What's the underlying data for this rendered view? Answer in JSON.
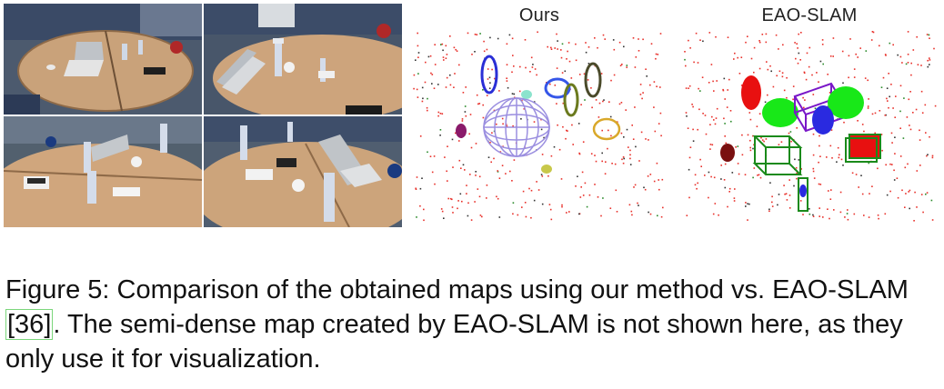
{
  "figure": {
    "panels": [
      {
        "title": "Ours"
      },
      {
        "title": "EAO-SLAM"
      }
    ],
    "caption": {
      "prefix": "Figure 5: Comparison of the obtained maps using our method vs. EAO-SLAM ",
      "citation": "[36]",
      "suffix": ". The semi-dense map created by EAO-SLAM is not shown here, as they only use it for visualization."
    },
    "photo_panels": [
      {
        "description": "table-view-1"
      },
      {
        "description": "table-view-2"
      },
      {
        "description": "table-view-3"
      },
      {
        "description": "table-view-4"
      }
    ],
    "colors": {
      "points": "#e8302a",
      "ours_objects": [
        "#2a2fd6",
        "#9b8fe0",
        "#7fe0c8",
        "#3556e8",
        "#6b7a1e",
        "#4a4a2a",
        "#d9a82a",
        "#8a1a6a",
        "#c8c84a"
      ],
      "eao_objects": [
        "#e81010",
        "#18e818",
        "#7a18c8",
        "#2a2ae0",
        "#1a8a1a",
        "#7a1010"
      ]
    }
  }
}
